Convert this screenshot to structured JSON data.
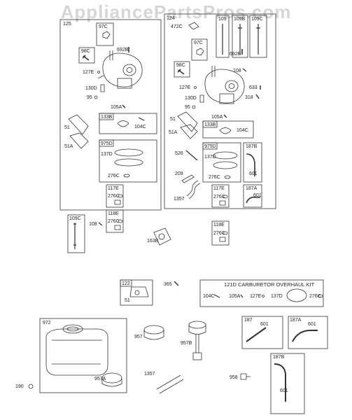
{
  "watermark": "AppliancePartsPros.com",
  "kit_title": "121D CARBURETOR OVERHAUL KIT",
  "boxes": {
    "b125": "125",
    "b124": "124",
    "b97c_l": "97C",
    "b98c_l": "98C",
    "b133b_l": "133B",
    "b975d_l": "975D",
    "b117e_l": "117E",
    "b118e_l": "118E",
    "b109c_l": "109C",
    "b97c_r": "97C",
    "b98c_r": "98C",
    "b109_r": "109",
    "b109b_r": "109B",
    "b109c_r": "109C",
    "b133b_r": "133B",
    "b975d_r": "975D",
    "b187b_r": "187B",
    "b117e_r": "117E",
    "b187a_r": "187A",
    "b118e_r": "118E",
    "b122": "122",
    "b972": "972",
    "b187": "187",
    "b187a": "187A",
    "b187b": "187B"
  },
  "labels": {
    "l_692b_a": "692B",
    "l_127e_a": "127E",
    "l_130d_a": "130D",
    "l_95_a": "95",
    "l_105a_a": "105A",
    "l_51_a": "51",
    "l_51a_a": "51A",
    "l_104c_a": "104C",
    "l_137d_a": "137D",
    "l_276c_a": "276C",
    "l_276c_b": "276C",
    "l_276c_c": "276C",
    "l_108_a": "108",
    "l_163b": "163B",
    "l_472c": "472C",
    "l_692b_b": "692B",
    "l_108_b": "108",
    "l_127e_b": "127E",
    "l_633": "633",
    "l_130d_b": "130D",
    "l_318": "318",
    "l_95_b": "95",
    "l_105a_b": "105A",
    "l_51_b": "51",
    "l_51a_b": "51A",
    "l_104c_b": "104C",
    "l_526": "526",
    "l_137d_b": "137D",
    "l_276c_d": "276C",
    "l_209": "209",
    "l_601_a": "601",
    "l_1357_a": "1357",
    "l_276c_e": "276C",
    "l_601_b": "601",
    "l_276c_f": "276C",
    "l_365": "365",
    "l_51_c": "51",
    "l_104c_k": "104C",
    "l_105a_k": "105A",
    "l_127e_k": "127E",
    "l_137d_k": "137D",
    "l_276c_k": "276C",
    "l_957": "957",
    "l_957b": "957B",
    "l_957a": "957A",
    "l_190": "190",
    "l_1357_b": "1357",
    "l_958": "958",
    "l_601_c": "601",
    "l_601_d": "601",
    "l_601_e": "601"
  }
}
